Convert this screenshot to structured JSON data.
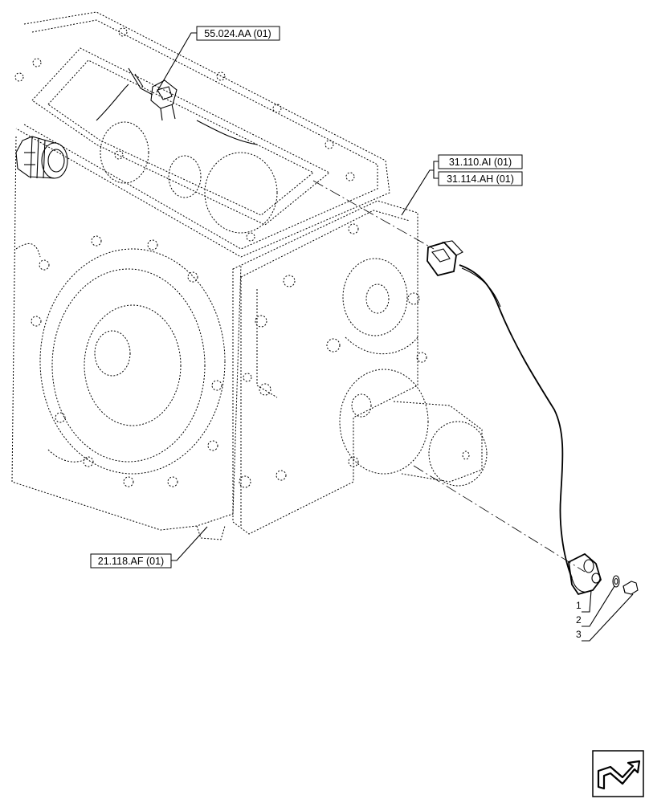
{
  "references": {
    "ref_top": "55.024.AA (01)",
    "ref_right_1": "31.110.AI (01)",
    "ref_right_2": "31.114.AH (01)",
    "ref_bottom": "21.118.AF (01)"
  },
  "callouts": [
    "1",
    "2",
    "3"
  ],
  "icons": {
    "corner": "next-page-arrow-icon"
  }
}
